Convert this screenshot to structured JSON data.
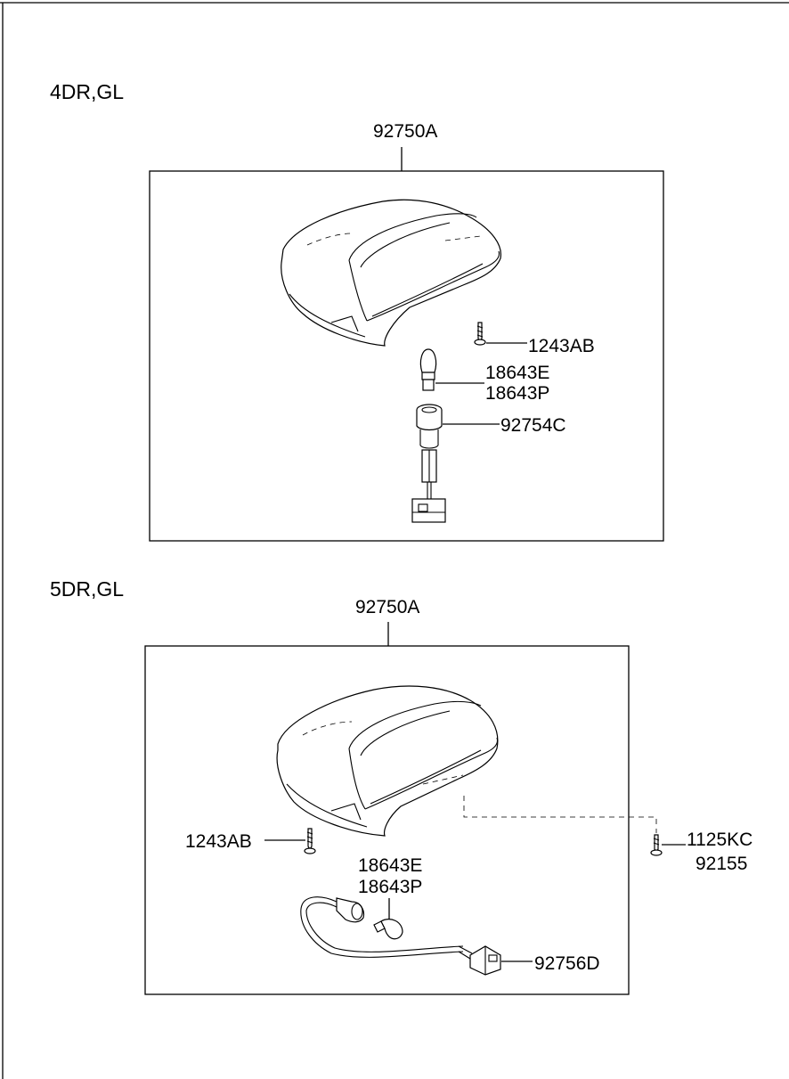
{
  "sections": [
    {
      "title": "4DR,GL",
      "assembly_label": "92750A",
      "labels": {
        "screw": "1243AB",
        "bulb_a": "18643E",
        "bulb_b": "18643P",
        "socket": "92754C"
      }
    },
    {
      "title": "5DR,GL",
      "assembly_label": "92750A",
      "labels": {
        "screw_left": "1243AB",
        "screw_right_a": "1125KC",
        "screw_right_b": "92155",
        "bulb_a": "18643E",
        "bulb_b": "18643P",
        "harness": "92756D"
      }
    }
  ]
}
